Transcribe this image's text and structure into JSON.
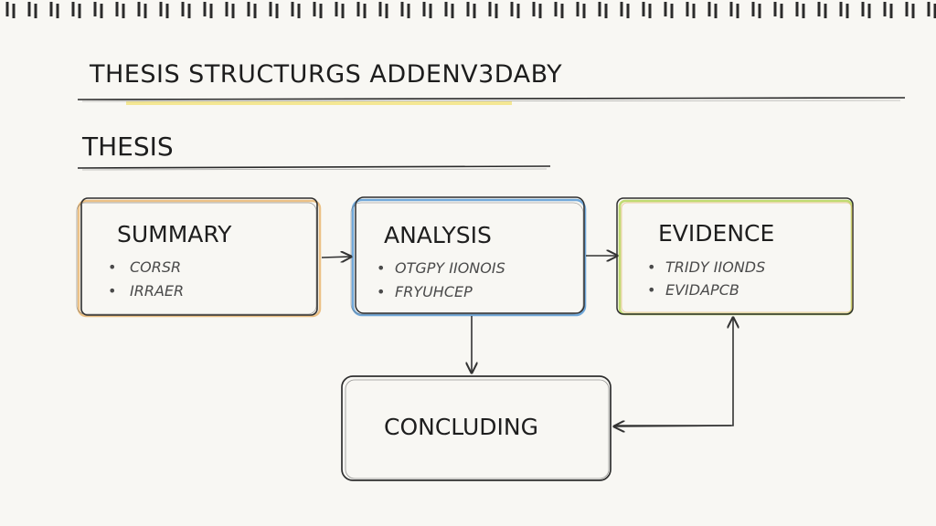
{
  "page": {
    "title": "THESIS STRUCTURGS ADDENV3DABY",
    "subtitle": "THESIS"
  },
  "colors": {
    "paper": "#f8f7f3",
    "ink": "#2a2a2a",
    "highlight_yellow": "#f2e27a",
    "summary_accent": "#e8b36a",
    "analysis_accent": "#5b9bd5",
    "evidence_accent": "#b7d65a"
  },
  "boxes": {
    "summary": {
      "title": "SUMMARY",
      "bullets": [
        "CORSR",
        "IRRAER"
      ]
    },
    "analysis": {
      "title": "ANALYSIS",
      "bullets": [
        "OTGPY IIONOIS",
        "FRYUHCEP"
      ]
    },
    "evidence": {
      "title": "EVIDENCE",
      "bullets": [
        "TRIDY IIONDS",
        "EVIDAPCB"
      ]
    },
    "concluding": {
      "title": "CONCLUDING"
    }
  },
  "flow": [
    {
      "from": "summary",
      "to": "analysis"
    },
    {
      "from": "analysis",
      "to": "evidence"
    },
    {
      "from": "analysis",
      "to": "concluding"
    },
    {
      "from": "concluding",
      "to": "evidence"
    }
  ]
}
